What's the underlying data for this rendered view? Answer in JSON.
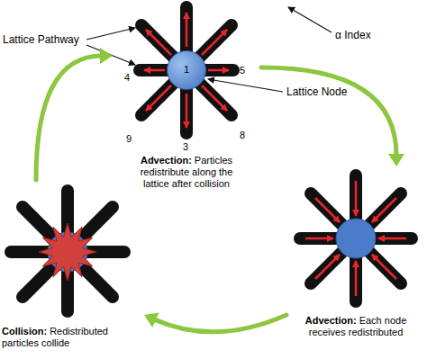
{
  "diagram": {
    "nodes": [
      {
        "text": [
          "Advection: Particles redistribute along the lattice after collision"
        ]
      },
      {
        "text": [
          "1"
        ],
        "in": 0
      },
      {
        "text": [
          "Collision: Redistributed particles collide"
        ]
      },
      {
        "text": [
          "Advection: Each node receives redistributed"
        ]
      }
    ],
    "edges": [
      {
        "from": 0,
        "to": 3,
        "arrow": "to"
      },
      {
        "from": 3,
        "to": 2,
        "arrow": "to"
      },
      {
        "from": 2,
        "to": 0,
        "arrow": "to"
      }
    ],
    "labels": [
      "Lattice Pathway",
      "α Index",
      "4",
      "Lattice Node",
      "5",
      "9",
      "3",
      "8"
    ]
  }
}
